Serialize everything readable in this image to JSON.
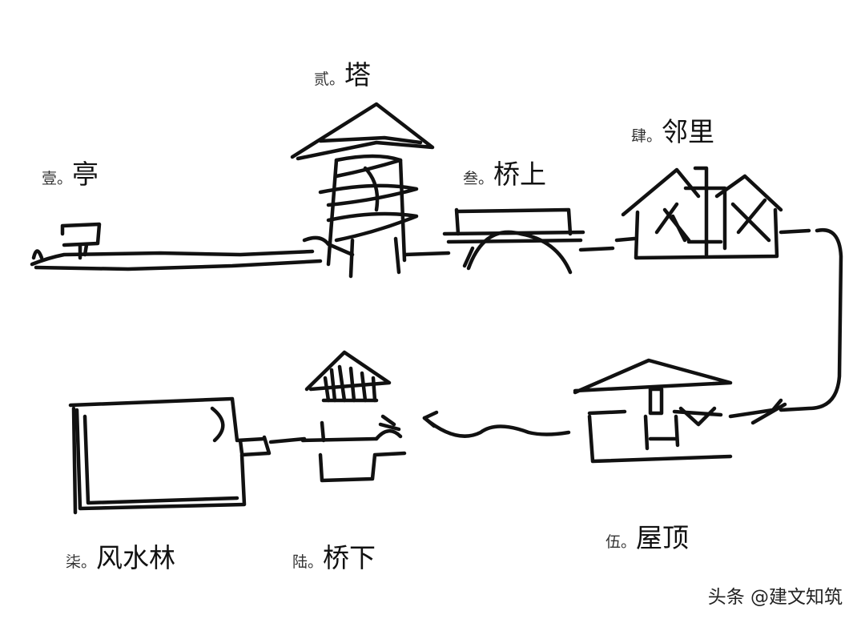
{
  "stations": [
    {
      "id": "pavilion",
      "num": "壹",
      "name": "亭"
    },
    {
      "id": "tower",
      "num": "贰",
      "name": "塔"
    },
    {
      "id": "bridge-top",
      "num": "叁",
      "name": "桥上"
    },
    {
      "id": "neighborhood",
      "num": "肆",
      "name": "邻里"
    },
    {
      "id": "roof",
      "num": "伍",
      "name": "屋顶"
    },
    {
      "id": "under-bridge",
      "num": "陆",
      "name": "桥下"
    },
    {
      "id": "fengshui-forest",
      "num": "柒",
      "name": "风水林"
    }
  ],
  "separator": "。",
  "watermark": "头条 @建文知筑",
  "colors": {
    "ink": "#111111",
    "paper": "#ffffff"
  }
}
